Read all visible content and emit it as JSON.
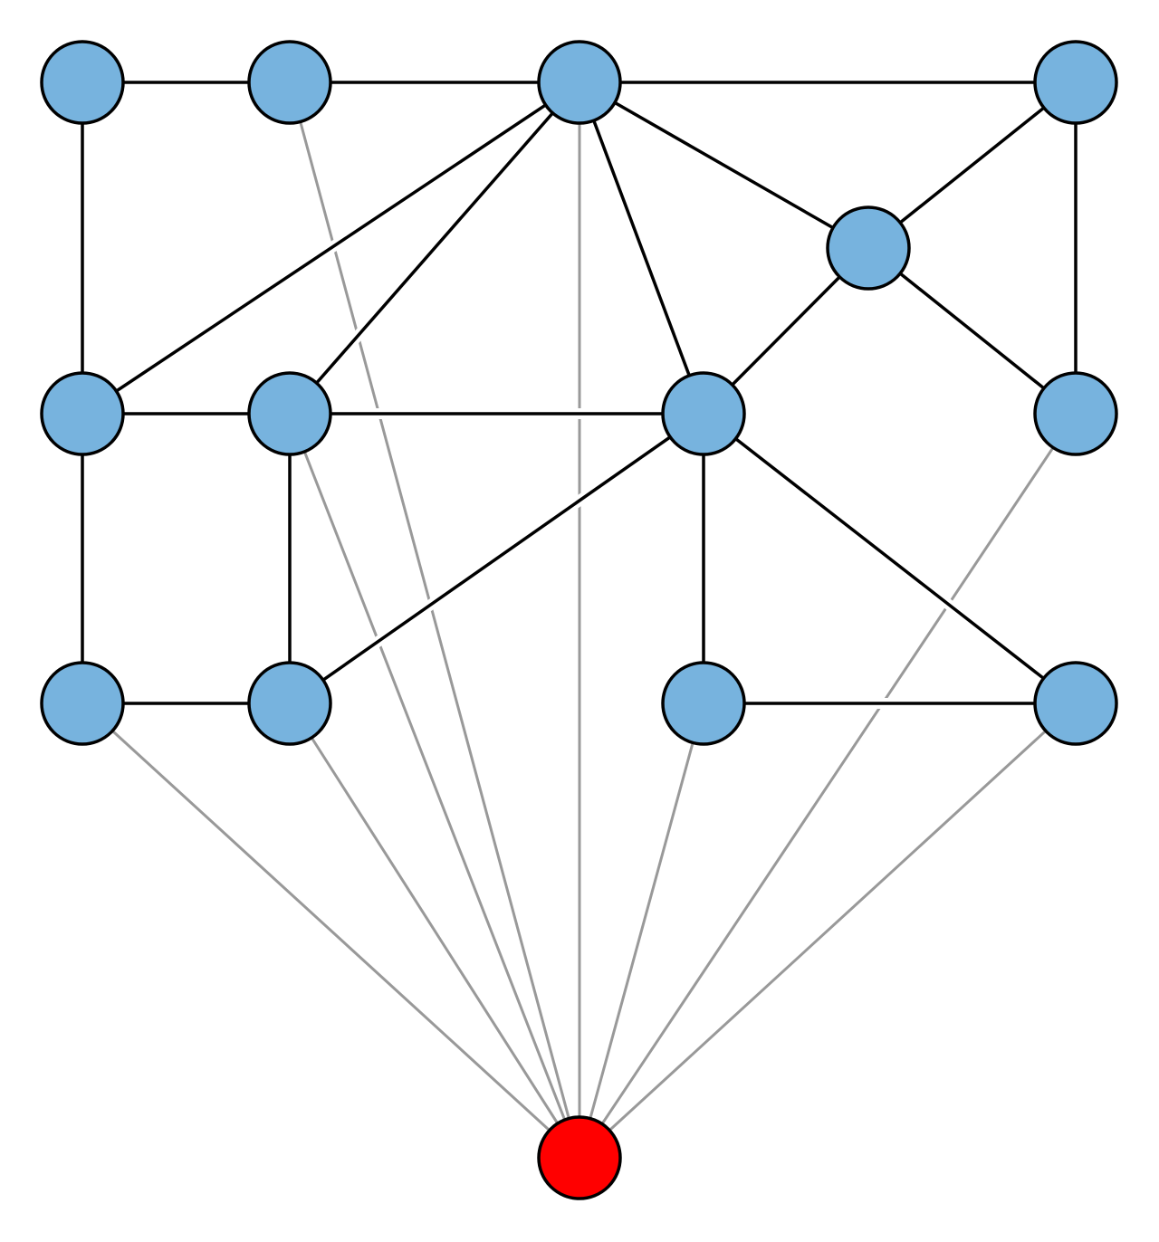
{
  "diagram": {
    "colors": {
      "node_fill": "#77b3de",
      "special_node_fill": "#ff0000",
      "node_stroke": "#000000",
      "edge": "#000000",
      "apex_edge": "#999999"
    },
    "nodes": [
      {
        "id": "A",
        "kind": "regular"
      },
      {
        "id": "B",
        "kind": "regular"
      },
      {
        "id": "C",
        "kind": "regular"
      },
      {
        "id": "D",
        "kind": "regular"
      },
      {
        "id": "E",
        "kind": "regular"
      },
      {
        "id": "F",
        "kind": "regular"
      },
      {
        "id": "G",
        "kind": "regular"
      },
      {
        "id": "H",
        "kind": "regular"
      },
      {
        "id": "I",
        "kind": "regular"
      },
      {
        "id": "J",
        "kind": "regular"
      },
      {
        "id": "K",
        "kind": "regular"
      },
      {
        "id": "L",
        "kind": "regular"
      },
      {
        "id": "M",
        "kind": "regular"
      },
      {
        "id": "R",
        "kind": "apex"
      }
    ],
    "edges": [
      [
        "A",
        "B"
      ],
      [
        "B",
        "C"
      ],
      [
        "C",
        "D"
      ],
      [
        "A",
        "F"
      ],
      [
        "C",
        "F"
      ],
      [
        "C",
        "G"
      ],
      [
        "C",
        "E"
      ],
      [
        "C",
        "H"
      ],
      [
        "D",
        "E"
      ],
      [
        "D",
        "I"
      ],
      [
        "E",
        "H"
      ],
      [
        "E",
        "I"
      ],
      [
        "F",
        "G"
      ],
      [
        "G",
        "H"
      ],
      [
        "F",
        "J"
      ],
      [
        "G",
        "K"
      ],
      [
        "H",
        "K"
      ],
      [
        "H",
        "L"
      ],
      [
        "H",
        "M"
      ],
      [
        "J",
        "K"
      ],
      [
        "L",
        "M"
      ]
    ],
    "apex_edges": [
      [
        "B",
        "R"
      ],
      [
        "C",
        "R"
      ],
      [
        "G",
        "R"
      ],
      [
        "I",
        "R"
      ],
      [
        "J",
        "R"
      ],
      [
        "K",
        "R"
      ],
      [
        "L",
        "R"
      ],
      [
        "M",
        "R"
      ]
    ]
  }
}
